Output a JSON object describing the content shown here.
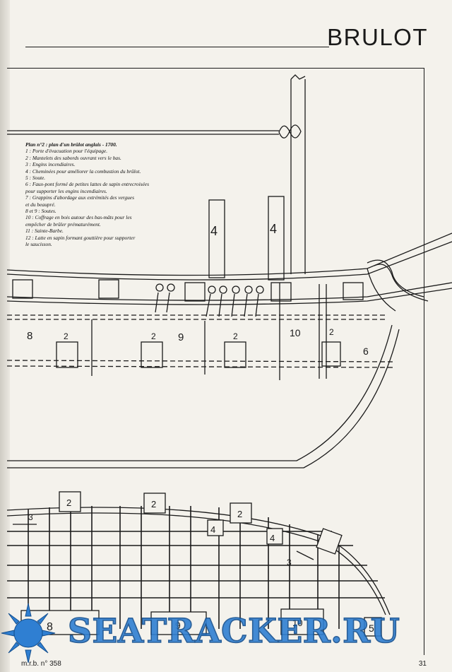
{
  "header": {
    "title": "BRULOT"
  },
  "caption": {
    "title": "Plan n°2 : plan d'un brûlot anglais - 1700.",
    "items": [
      "1 : Porte d'évacuation pour l'équipage.",
      "2 : Mantelets des sabords ouvrant vers le bas.",
      "3 : Engins incendiaires.",
      "4 : Cheminées pour améliorer la combustion du brûlot.",
      "5 : Soute.",
      "6 : Faux-pont formé de petites lattes de sapin entrecroisées",
      "pour supporter les engins incendiaires.",
      "7 : Grappins d'abordage aux extrémités des vergues",
      "et du beaupré.",
      "8 et 9 : Soutes.",
      "10 : Coffrage en bois autour des bas-mâts pour les",
      "empêcher de brûler prématurément.",
      "11 : Sainte-Barbe.",
      "12 : Latte en sapin formant gouttière pour supporter",
      "le saucisson."
    ]
  },
  "drawing_labels": {
    "chimney": "4",
    "hold_8": "8",
    "hold_9": "9",
    "hold_10": "10",
    "port": "2",
    "faux_pont": "6",
    "incendiary": "3",
    "hold_5": "5"
  },
  "footer": {
    "magazine": "m.r.b. n° 358",
    "page": "31"
  },
  "watermark": {
    "text": "SEATRACKER.RU"
  }
}
